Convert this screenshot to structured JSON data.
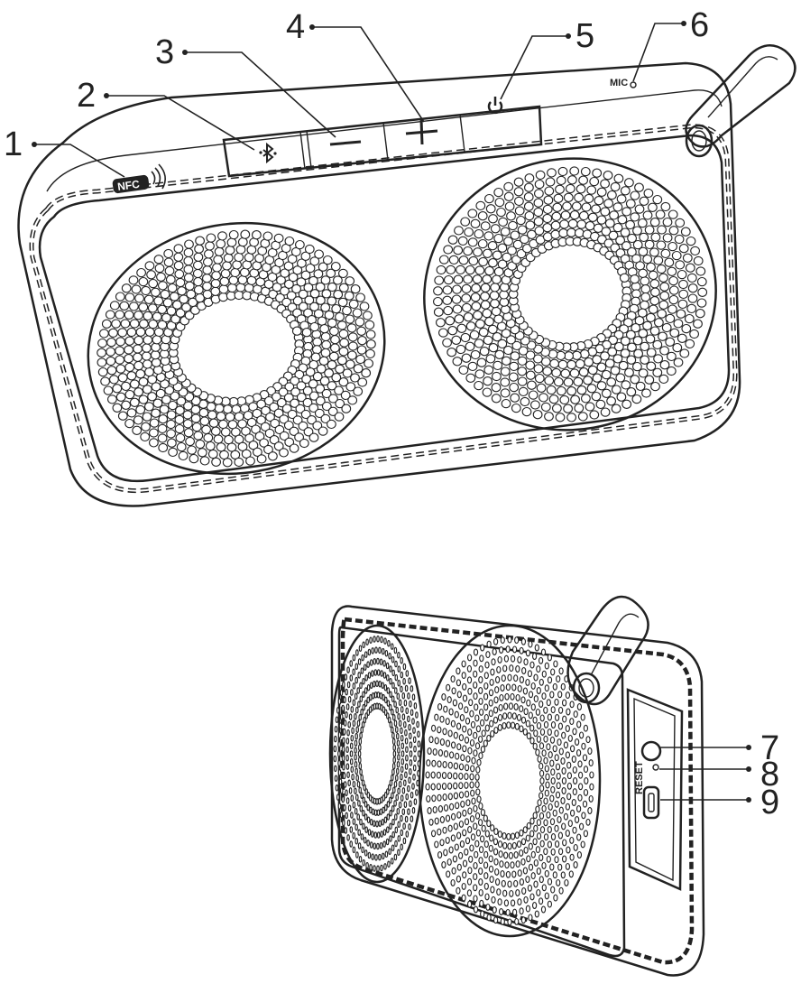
{
  "callouts": [
    {
      "id": "1",
      "label": "1"
    },
    {
      "id": "2",
      "label": "2"
    },
    {
      "id": "3",
      "label": "3"
    },
    {
      "id": "4",
      "label": "4"
    },
    {
      "id": "5",
      "label": "5"
    },
    {
      "id": "6",
      "label": "6"
    },
    {
      "id": "7",
      "label": "7"
    },
    {
      "id": "8",
      "label": "8"
    },
    {
      "id": "9",
      "label": "9"
    }
  ],
  "labels": {
    "nfc": "NFC",
    "mic": "MIC",
    "reset": "RESET"
  },
  "buttons": {
    "minus": "—",
    "plus": "+"
  }
}
